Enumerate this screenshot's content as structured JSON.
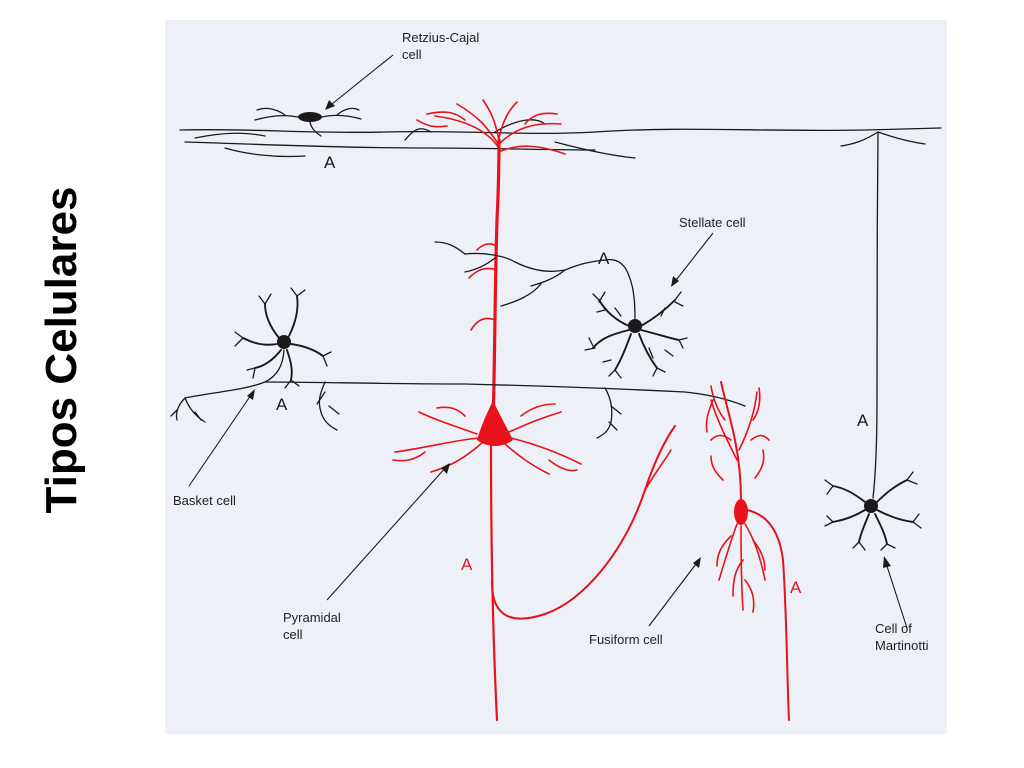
{
  "slide": {
    "title": "Tipos Celulares"
  },
  "diagram": {
    "background": "#eef0f8",
    "accent_color": "#e8121a",
    "ink_color": "#1a1a1a",
    "labels": {
      "retzius_line1": "Retzius-Cajal",
      "retzius_line2": "cell",
      "stellate": "Stellate cell",
      "basket": "Basket cell",
      "pyramidal_line1": "Pyramidal",
      "pyramidal_line2": "cell",
      "fusiform": "Fusiform cell",
      "martinotti_line1": "Cell of",
      "martinotti_line2": "Martinotti"
    },
    "axon_marker": "A"
  }
}
